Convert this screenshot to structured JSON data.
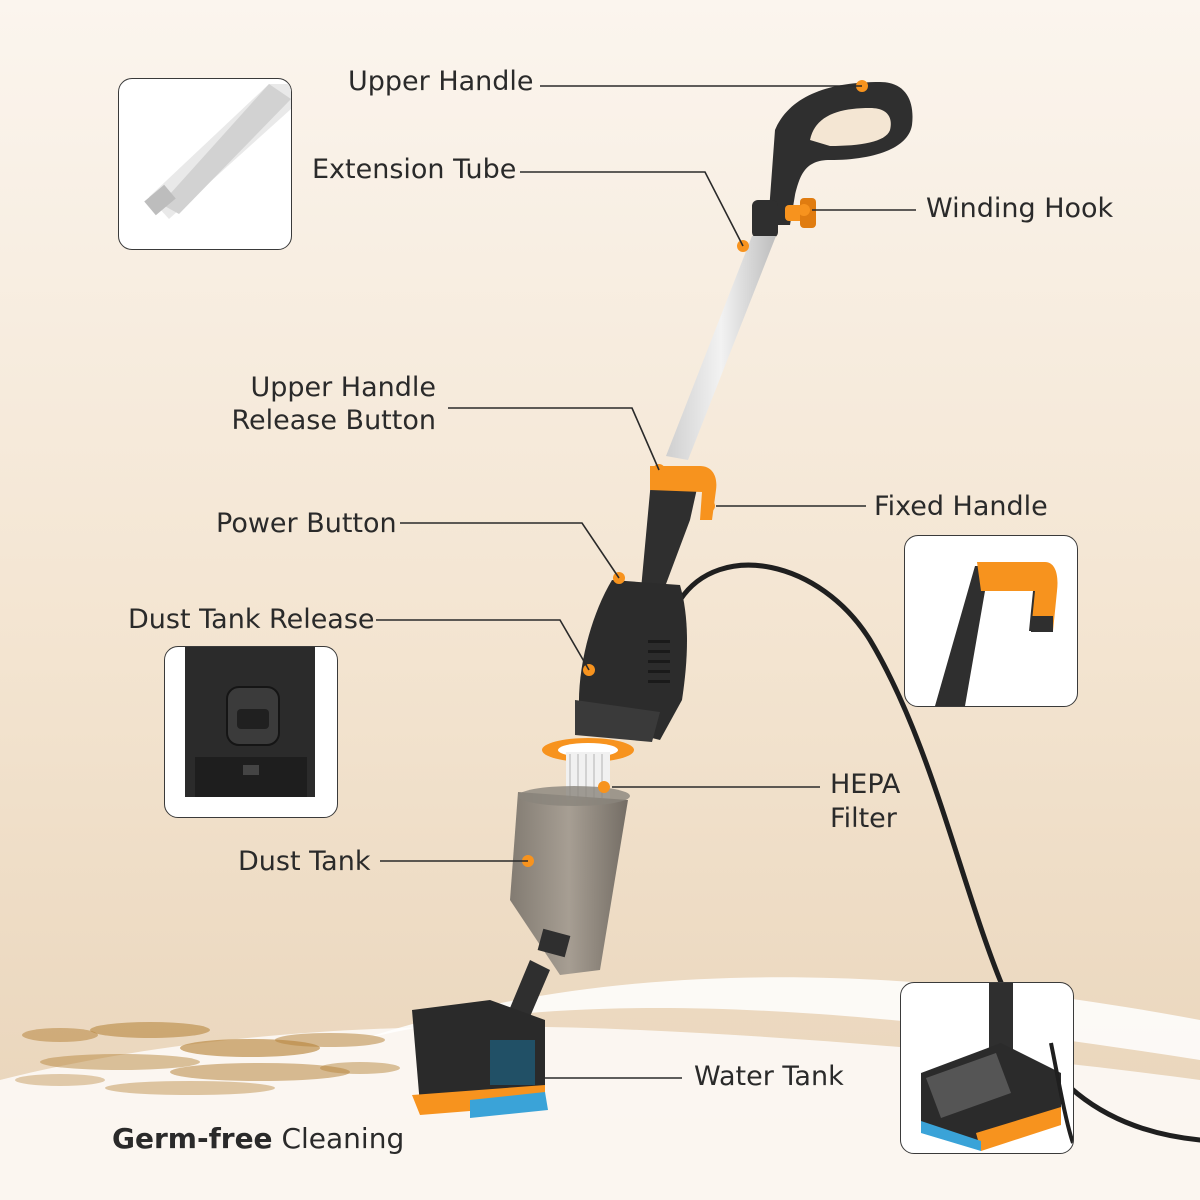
{
  "labels": {
    "upper_handle": "Upper Handle",
    "extension_tube": "Extension Tube",
    "winding_hook": "Winding Hook",
    "upper_handle_release_line1": "Upper Handle",
    "upper_handle_release_line2": "Release Button",
    "fixed_handle": "Fixed Handle",
    "power_button": "Power Button",
    "dust_tank_release": "Dust Tank Release",
    "hepa_line1": "HEPA",
    "hepa_line2": "Filter",
    "dust_tank": "Dust Tank",
    "water_tank": "Water Tank"
  },
  "tagline": {
    "bold": "Germ-free",
    "rest": " Cleaning"
  },
  "colors": {
    "accent": "#f7931e",
    "body": "#2f2f2f",
    "tube": "#e6e6e6",
    "mop_pad": "#3aa3d8",
    "background": "#f4e6d3"
  }
}
